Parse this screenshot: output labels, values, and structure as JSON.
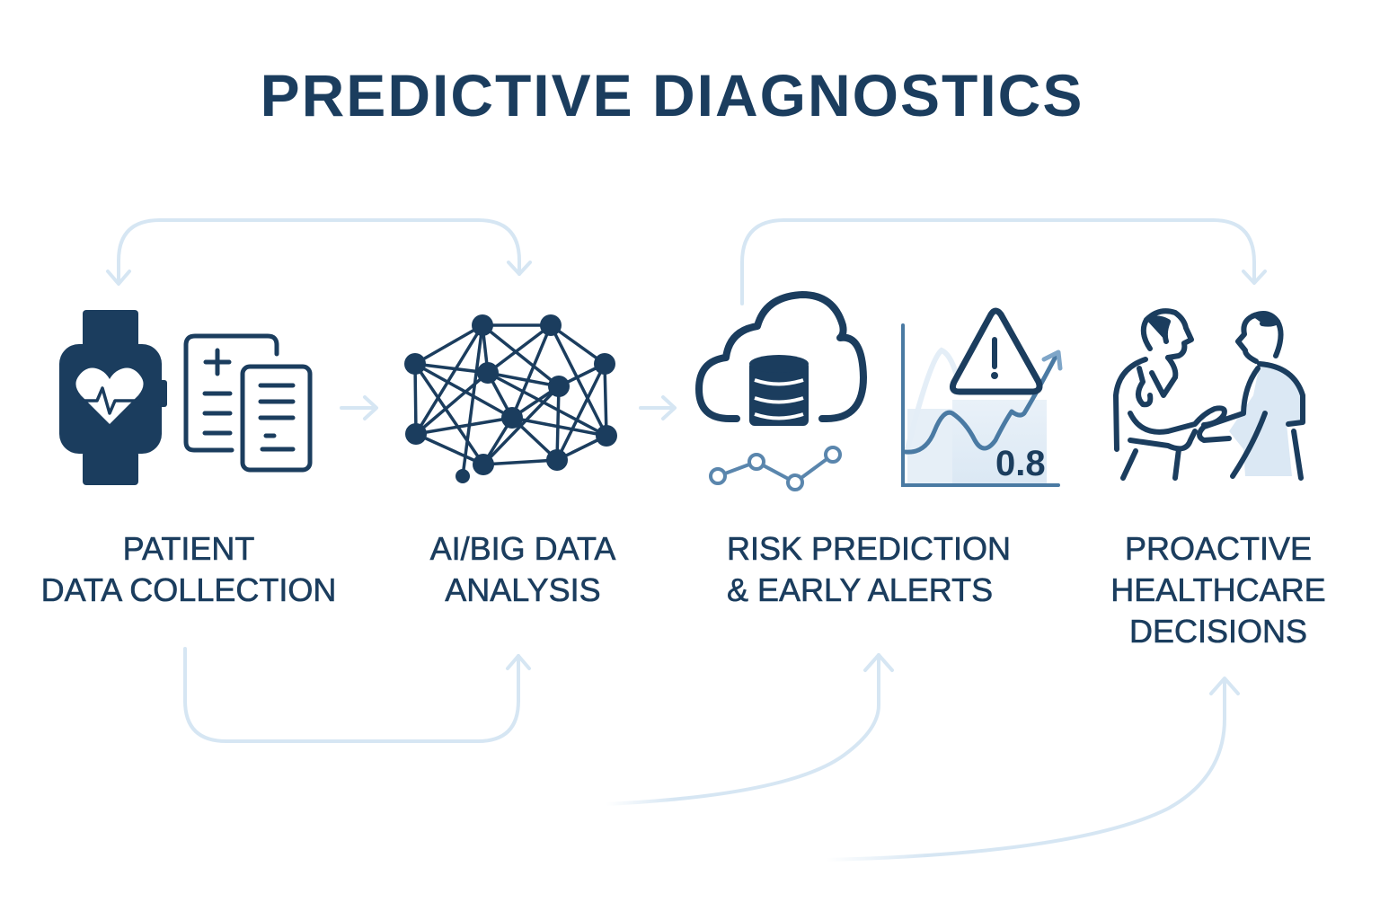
{
  "title": "PREDICTIVE DIAGNOSTICS",
  "colors": {
    "primary": "#1b3d5e",
    "secondary": "#4a7aa3",
    "light_fill": "#d4e4f1",
    "connector": "#d6e6f3",
    "background": "#ffffff"
  },
  "steps": [
    {
      "id": "patient-data-collection",
      "label_lines": [
        "PATIENT",
        "DATA COLLECTION"
      ],
      "icons": [
        "smartwatch-heart-icon",
        "medical-records-icon"
      ]
    },
    {
      "id": "ai-big-data-analysis",
      "label_lines": [
        "AI/BIG DATA",
        "ANALYSIS"
      ],
      "icons": [
        "neural-network-icon"
      ]
    },
    {
      "id": "risk-prediction",
      "label_lines": [
        "RISK PREDICTION",
        "& EARLY ALERTS"
      ],
      "icons": [
        "cloud-database-icon",
        "trend-line-icon",
        "warning-chart-icon"
      ],
      "risk_score": "0.8"
    },
    {
      "id": "proactive-decisions",
      "label_lines": [
        "PROACTIVE",
        "HEALTHCARE",
        "DECISIONS"
      ],
      "icons": [
        "doctor-patient-icon"
      ]
    }
  ],
  "connectors": [
    {
      "from": "patient-data-collection",
      "to": "ai-big-data-analysis",
      "type": "arrow-right"
    },
    {
      "from": "ai-big-data-analysis",
      "to": "risk-prediction",
      "type": "arrow-right"
    },
    {
      "type": "loop-top",
      "between": [
        "patient-data-collection",
        "ai-big-data-analysis"
      ]
    },
    {
      "type": "loop-top",
      "between": [
        "risk-prediction",
        "proactive-decisions"
      ]
    },
    {
      "type": "loop-bottom",
      "between": [
        "patient-data-collection",
        "ai-big-data-analysis"
      ]
    },
    {
      "type": "curve-up",
      "to": "risk-prediction"
    },
    {
      "type": "curve-up",
      "to": "proactive-decisions"
    }
  ]
}
